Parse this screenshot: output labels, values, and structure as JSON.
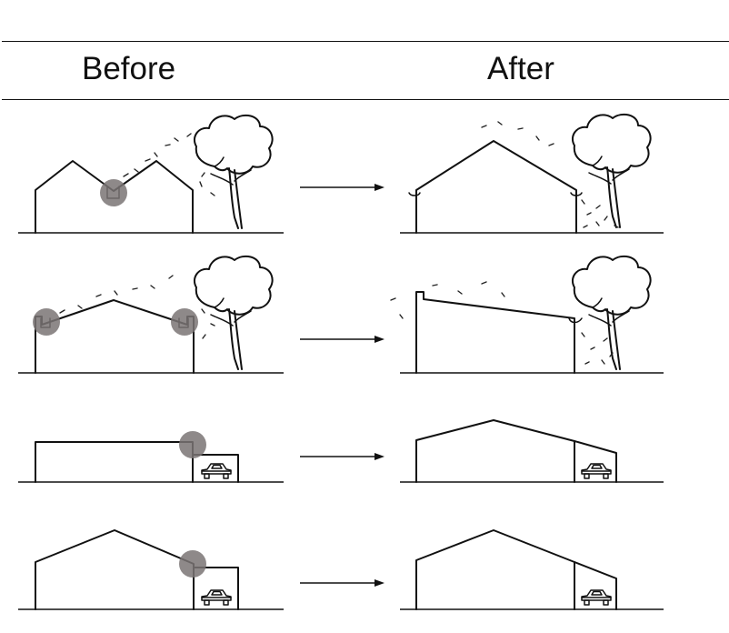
{
  "header": {
    "before_label": "Before",
    "after_label": "After"
  },
  "rows": [
    {
      "id": "twin-gable-valley",
      "problem_spots": 1,
      "has_tree": true
    },
    {
      "id": "parapet-gutters",
      "problem_spots": 2,
      "has_tree": true
    },
    {
      "id": "flat-roof-carport",
      "problem_spots": 1,
      "has_tree": false
    },
    {
      "id": "gable-roof-carport",
      "problem_spots": 1,
      "has_tree": false
    }
  ],
  "colors": {
    "line": "#111111",
    "problem_spot": "#7a7474",
    "background": "#ffffff"
  },
  "icons": [
    "tree-icon",
    "car-icon",
    "arrow-right-icon",
    "falling-leaves-icon"
  ]
}
